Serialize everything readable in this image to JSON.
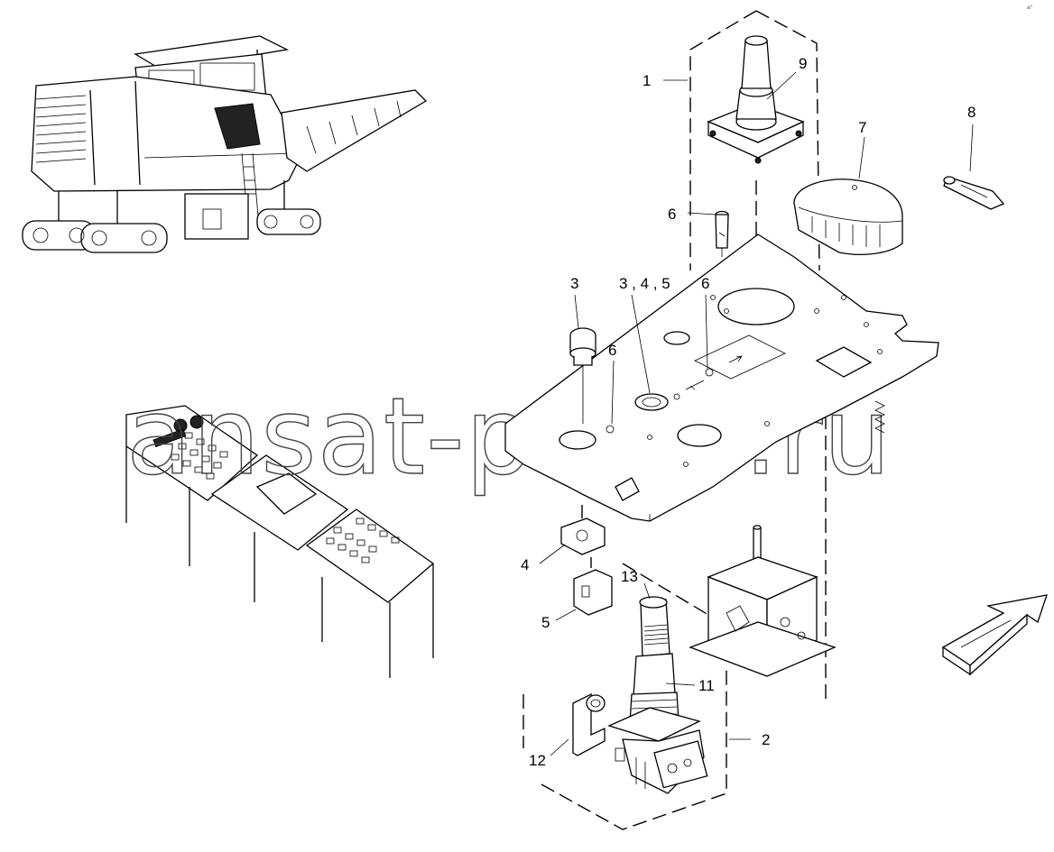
{
  "watermark": "ansat-parts.ru",
  "corner_mark": "a⁰ ",
  "callouts": {
    "c1": "1",
    "c2": "2",
    "c3a": "3",
    "c345": "3 , 4 , 5",
    "c4": "4",
    "c5": "5",
    "c6a": "6",
    "c6b": "6",
    "c6c": "6",
    "c7": "7",
    "c8": "8",
    "c9": "9",
    "c11": "11",
    "c12": "12",
    "c13": "13"
  },
  "icons": {
    "machine": "cold-milling-machine",
    "console": "operator-control-console",
    "direction": "direction-arrow"
  }
}
